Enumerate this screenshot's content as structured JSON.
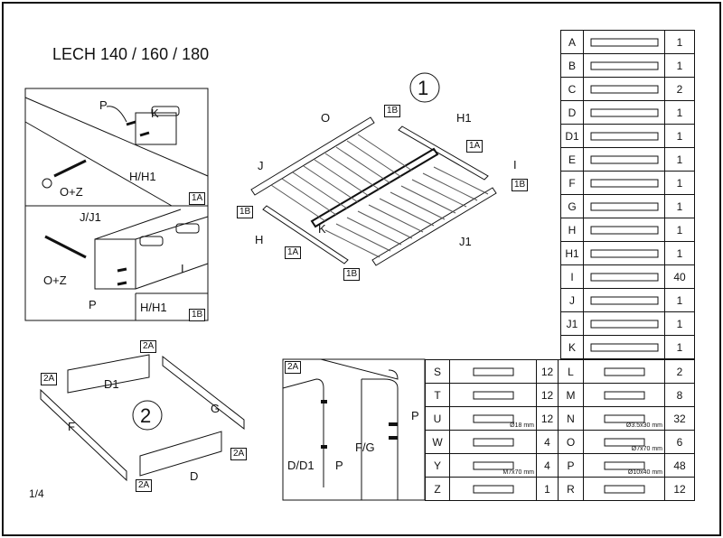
{
  "title": "LECH 140 / 160 / 180",
  "page_number": "1/4",
  "steps": {
    "step1": "1",
    "step2": "2"
  },
  "detail_1A": {
    "tag": "1A",
    "labels": {
      "p": "P",
      "k": "K",
      "oz": "O+Z",
      "hh1": "H/H1"
    }
  },
  "detail_1B": {
    "tag": "1B",
    "labels": {
      "jj1": "J/J1",
      "oz": "O+Z",
      "p": "P",
      "i": "I",
      "hh1": "H/H1"
    }
  },
  "step1_labels": {
    "o": "O",
    "h1": "H1",
    "j": "J",
    "i": "I",
    "h": "H",
    "k": "K",
    "j1": "J1",
    "tag1B_a": "1B",
    "tag1A_a": "1A",
    "tag1B_b": "1B",
    "tag1B_c": "1B",
    "tag1A_b": "1A",
    "tag1B_d": "1B"
  },
  "step2_labels": {
    "d1": "D1",
    "f": "F",
    "g": "G",
    "d": "D",
    "tag2A_a": "2A",
    "tag2A_b": "2A",
    "tag2A_c": "2A",
    "tag2A_d": "2A"
  },
  "detail_2A": {
    "tag": "2A",
    "labels": {
      "p1": "P",
      "fg": "F/G",
      "dd1": "D/D1",
      "p2": "P"
    }
  },
  "parts": [
    {
      "id": "A",
      "qty": "1",
      "icon": "frame-end"
    },
    {
      "id": "B",
      "qty": "1",
      "icon": "frame-side"
    },
    {
      "id": "C",
      "qty": "2",
      "icon": "board"
    },
    {
      "id": "D",
      "qty": "1",
      "icon": "drawer-side"
    },
    {
      "id": "D1",
      "qty": "1",
      "icon": "drawer-side"
    },
    {
      "id": "E",
      "qty": "1",
      "icon": "panel"
    },
    {
      "id": "F",
      "qty": "1",
      "icon": "panel"
    },
    {
      "id": "G",
      "qty": "1",
      "icon": "panel"
    },
    {
      "id": "H",
      "qty": "1",
      "icon": "rail"
    },
    {
      "id": "H1",
      "qty": "1",
      "icon": "rail-handle"
    },
    {
      "id": "I",
      "qty": "40",
      "icon": "slat"
    },
    {
      "id": "J",
      "qty": "1",
      "icon": "slat-holder"
    },
    {
      "id": "J1",
      "qty": "1",
      "icon": "slat-holder"
    },
    {
      "id": "K",
      "qty": "1",
      "icon": "slat-holder-center"
    }
  ],
  "hardware_left": [
    {
      "id": "S",
      "qty": "12",
      "icon": "cam-lock",
      "dim": ""
    },
    {
      "id": "T",
      "qty": "12",
      "icon": "cam-bolt",
      "dim": ""
    },
    {
      "id": "U",
      "qty": "12",
      "icon": "cap",
      "dim": "Ø18 mm"
    },
    {
      "id": "W",
      "qty": "4",
      "icon": "washer",
      "dim": ""
    },
    {
      "id": "Y",
      "qty": "4",
      "icon": "hex-bolt",
      "dim": "M7x70 mm"
    },
    {
      "id": "Z",
      "qty": "1",
      "icon": "allen-key",
      "dim": ""
    }
  ],
  "hardware_right": [
    {
      "id": "L",
      "qty": "2",
      "icon": "pad",
      "dim": ""
    },
    {
      "id": "M",
      "qty": "8",
      "icon": "glide",
      "dim": ""
    },
    {
      "id": "N",
      "qty": "32",
      "icon": "screw",
      "dim": "Ø3.5x30 mm"
    },
    {
      "id": "O",
      "qty": "6",
      "icon": "confirmat-screw",
      "dim": "Ø7x70 mm"
    },
    {
      "id": "P",
      "qty": "48",
      "icon": "dowel",
      "dim": "Ø10x40 mm"
    },
    {
      "id": "R",
      "qty": "12",
      "icon": "connector",
      "dim": ""
    }
  ]
}
